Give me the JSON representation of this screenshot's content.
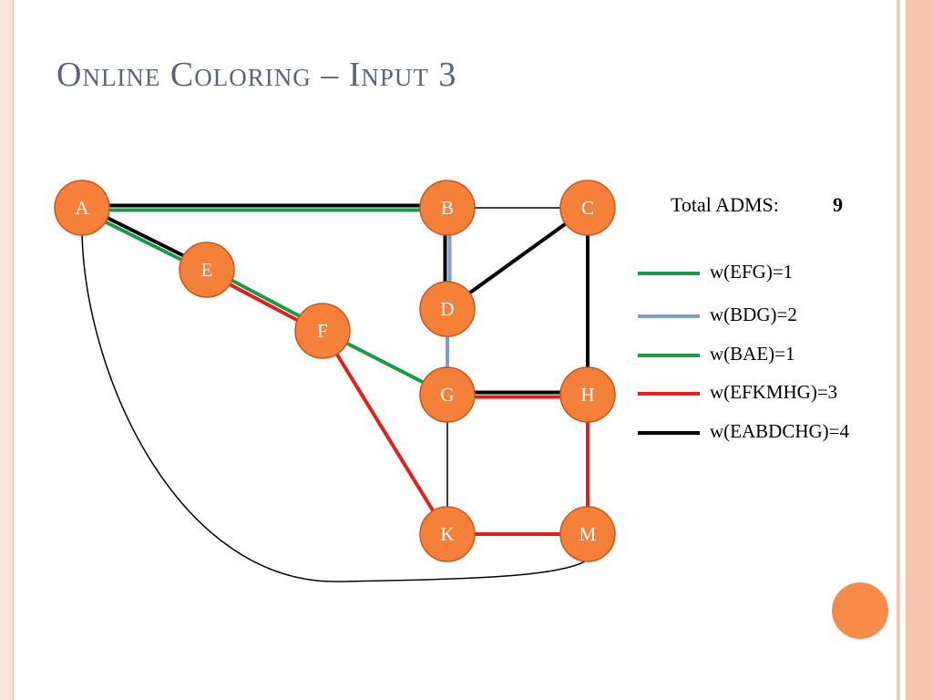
{
  "title": "Online Coloring – Input 3",
  "nodes": [
    {
      "id": "A",
      "label": "A"
    },
    {
      "id": "B",
      "label": "B"
    },
    {
      "id": "C",
      "label": "C"
    },
    {
      "id": "D",
      "label": "D"
    },
    {
      "id": "E",
      "label": "E"
    },
    {
      "id": "F",
      "label": "F"
    },
    {
      "id": "G",
      "label": "G"
    },
    {
      "id": "H",
      "label": "H"
    },
    {
      "id": "K",
      "label": "K"
    },
    {
      "id": "M",
      "label": "M"
    }
  ],
  "edges": [
    {
      "from": "A",
      "to": "B",
      "colors": [
        "#000000",
        "#1a9a48"
      ]
    },
    {
      "from": "B",
      "to": "C",
      "colors": [
        "#000000"
      ],
      "thin": true
    },
    {
      "from": "A",
      "to": "E",
      "colors": [
        "#000000",
        "#1a9a48"
      ]
    },
    {
      "from": "E",
      "to": "F",
      "colors": [
        "#1a9a48",
        "#e0201b"
      ]
    },
    {
      "from": "F",
      "to": "G",
      "colors": [
        "#1a9a48"
      ]
    },
    {
      "from": "F",
      "to": "K",
      "colors": [
        "#e0201b"
      ]
    },
    {
      "from": "B",
      "to": "D",
      "colors": [
        "#7a9bd4",
        "#000000"
      ]
    },
    {
      "from": "D",
      "to": "C",
      "colors": [
        "#000000"
      ]
    },
    {
      "from": "D",
      "to": "G",
      "colors": [
        "#7a9bd4"
      ]
    },
    {
      "from": "C",
      "to": "H",
      "colors": [
        "#000000"
      ]
    },
    {
      "from": "G",
      "to": "H",
      "colors": [
        "#000000",
        "#e0201b"
      ]
    },
    {
      "from": "G",
      "to": "K",
      "colors": [
        "#000000"
      ],
      "thin": true
    },
    {
      "from": "H",
      "to": "M",
      "colors": [
        "#e0201b"
      ]
    },
    {
      "from": "K",
      "to": "M",
      "colors": [
        "#e0201b"
      ]
    },
    {
      "from": "A",
      "to": "M",
      "colors": [
        "#000000"
      ],
      "thin": true,
      "curved": true
    }
  ],
  "node_color": "#f4803a",
  "total": {
    "label": "Total ADMS:",
    "value": "9"
  },
  "legend": [
    {
      "color": "#1a9a48",
      "text": "w(EFG)=1"
    },
    {
      "color": "#7a9bd4",
      "text": "w(BDG)=2"
    },
    {
      "color": "#1a9a48",
      "text": "w(BAE)=1"
    },
    {
      "color": "#e0201b",
      "text": "w(EFKMHG)=3"
    },
    {
      "color": "#000000",
      "text": "w(EABDCHG)=4"
    }
  ]
}
